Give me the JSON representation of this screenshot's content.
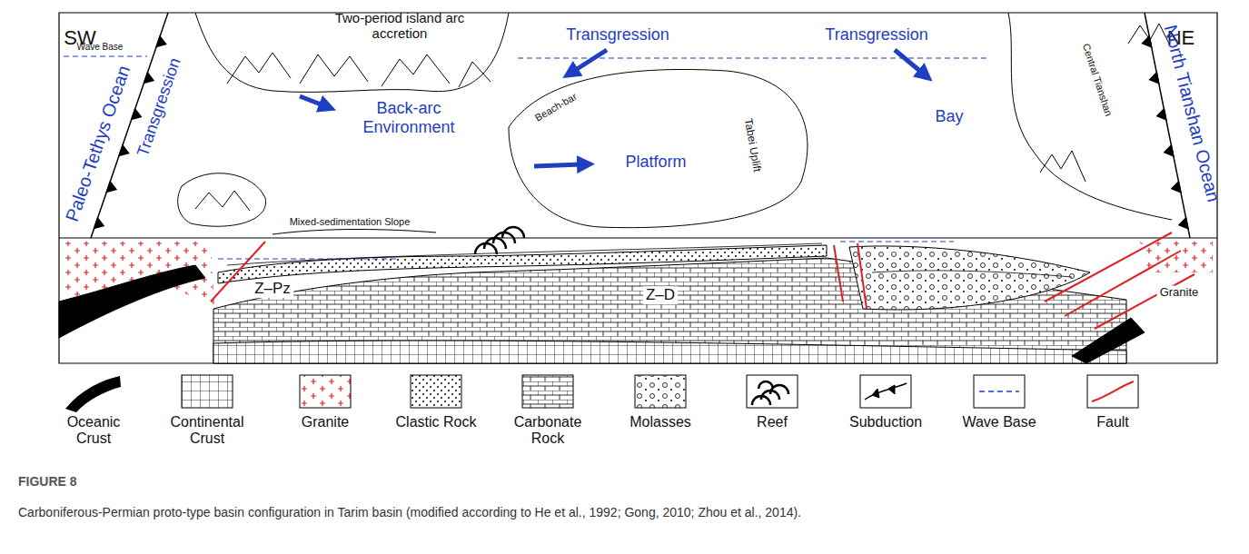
{
  "diagram": {
    "caption": "Carboniferous-Permian proto-type basin configuration in Tarim basin (modified according to He et al., 1992; Gong, 2010; Zhou et al., 2014).",
    "labels": [
      "SW",
      "NE",
      "Two-period island arc accretion",
      "Transgression",
      "Transgression",
      "Transgression",
      "Wave Base",
      "Paleo-Tethys Ocean",
      "North Tianshan Ocean",
      "Back-arc Environment",
      "Platform",
      "Bay",
      "Beach-bar",
      "Tabei Uplift",
      "Central Tianshan",
      "Mixed-sedimentation Slope",
      "Z–Pz",
      "Z–D",
      "Granite",
      "FIGURE 8"
    ],
    "legend": [
      {
        "text": "Oceanic Crust",
        "color": "#000000"
      },
      {
        "text": "Continental Crust"
      },
      {
        "text": "Granite"
      },
      {
        "text": "Clastic Rock"
      },
      {
        "text": "Carbonate Rock"
      },
      {
        "text": "Molasses"
      },
      {
        "text": "Reef"
      },
      {
        "text": "Subduction"
      },
      {
        "text": "Wave Base"
      },
      {
        "text": "Fault"
      }
    ]
  }
}
